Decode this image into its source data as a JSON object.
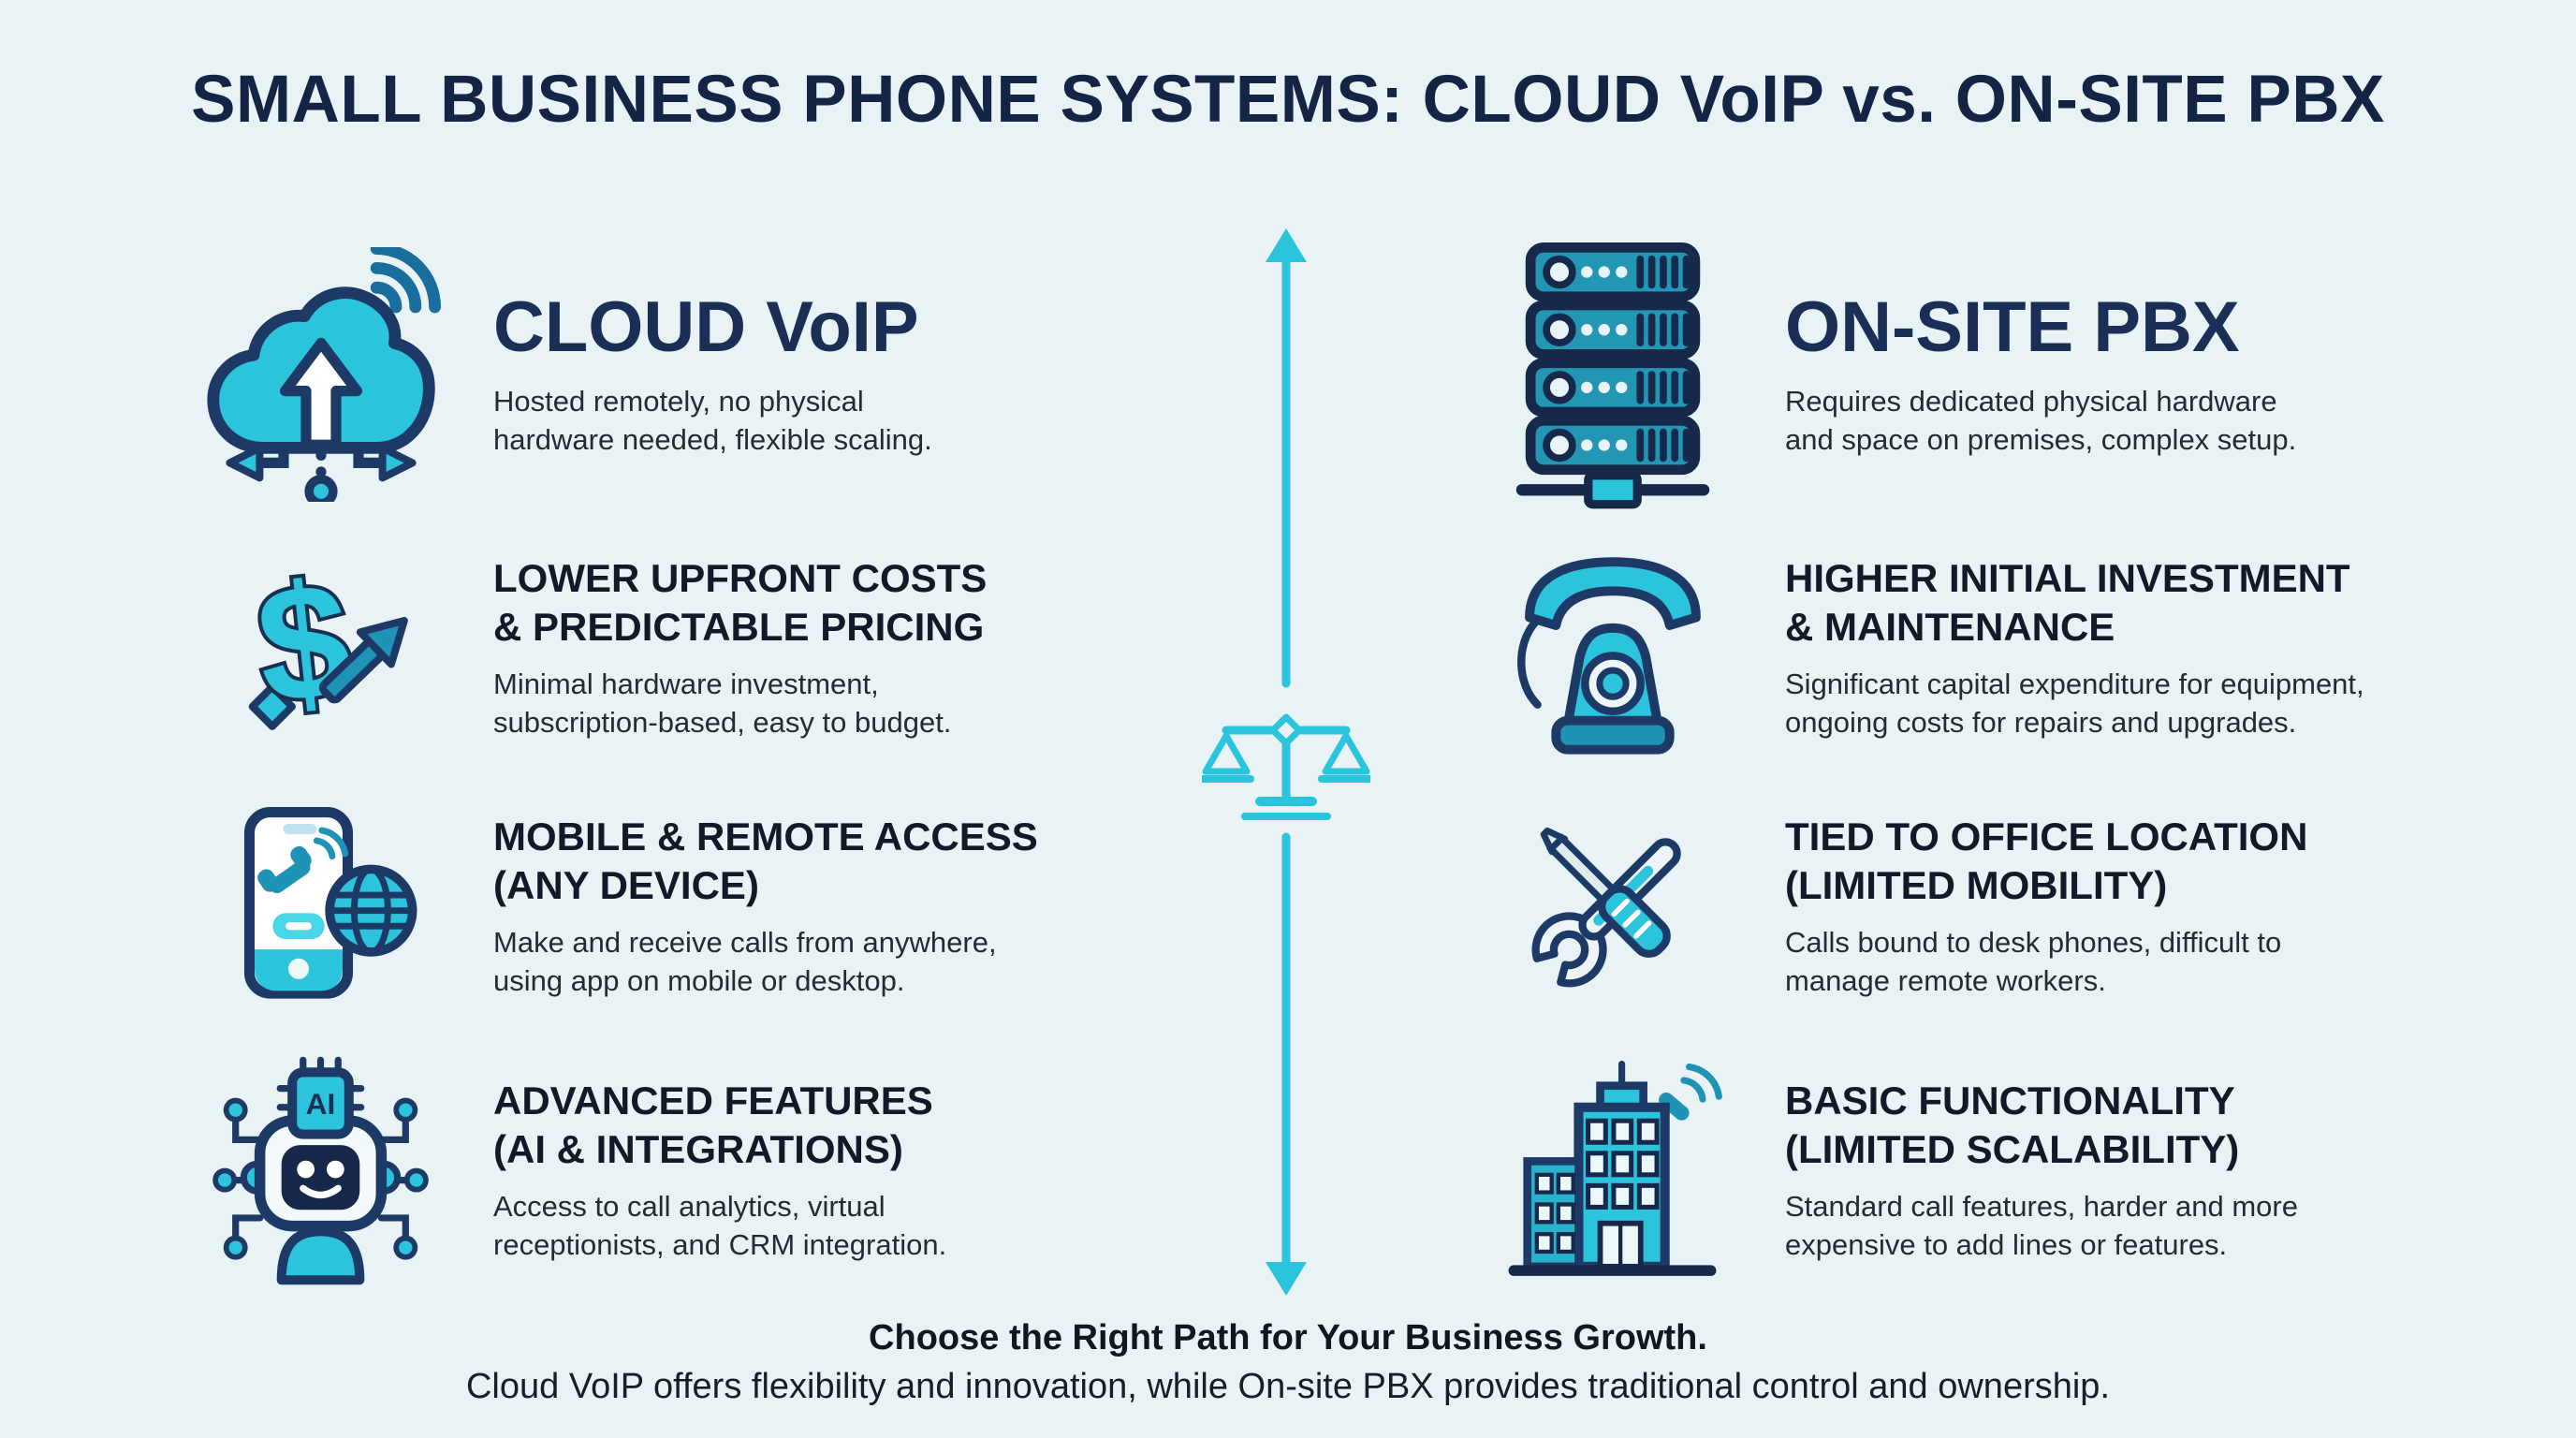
{
  "title": "SMALL BUSINESS PHONE SYSTEMS: CLOUD VoIP vs. ON-SITE PBX",
  "colors": {
    "background": "#e9f2f5",
    "title_navy": "#132445",
    "heading_navy": "#1b2e56",
    "subheading_dark": "#121a29",
    "body_text": "#262b31",
    "teal_accent": "#2cc3dc",
    "teal_dark": "#1f93b5",
    "outline_navy": "#1d3a66"
  },
  "left": {
    "name": "Cloud VoIP column",
    "rows": [
      {
        "icon": "cloud-upload-icon",
        "heading_lines": [
          "CLOUD VoIP"
        ],
        "desc_lines": [
          "Hosted remotely, no physical",
          "hardware needed, flexible scaling."
        ]
      },
      {
        "icon": "dollar-growth-icon",
        "heading_lines": [
          "LOWER UPFRONT COSTS",
          "& PREDICTABLE PRICING"
        ],
        "desc_lines": [
          "Minimal hardware investment,",
          "subscription-based, easy to budget."
        ]
      },
      {
        "icon": "mobile-globe-icon",
        "heading_lines": [
          "MOBILE & REMOTE ACCESS",
          "(ANY DEVICE)"
        ],
        "desc_lines": [
          "Make and receive calls from anywhere,",
          "using app on mobile or desktop."
        ]
      },
      {
        "icon": "ai-robot-icon",
        "heading_lines": [
          "ADVANCED FEATURES",
          "(AI & INTEGRATIONS)"
        ],
        "desc_lines": [
          "Access to call analytics, virtual",
          "receptionists, and CRM integration."
        ]
      }
    ]
  },
  "right": {
    "name": "On-Site PBX column",
    "rows": [
      {
        "icon": "server-rack-icon",
        "heading_lines": [
          "ON-SITE PBX"
        ],
        "desc_lines": [
          "Requires dedicated physical hardware",
          "and space on premises, complex setup."
        ]
      },
      {
        "icon": "desk-telephone-icon",
        "heading_lines": [
          "HIGHER INITIAL INVESTMENT",
          "& MAINTENANCE"
        ],
        "desc_lines": [
          "Significant capital expenditure for equipment,",
          "ongoing costs for repairs and upgrades."
        ]
      },
      {
        "icon": "wrench-screwdriver-icon",
        "heading_lines": [
          "TIED TO OFFICE LOCATION",
          "(LIMITED MOBILITY)"
        ],
        "desc_lines": [
          "Calls bound to desk phones, difficult to",
          "manage remote workers."
        ]
      },
      {
        "icon": "office-building-icon",
        "heading_lines": [
          "BASIC FUNCTIONALITY",
          "(LIMITED SCALABILITY)"
        ],
        "desc_lines": [
          "Standard call features, harder and more",
          "expensive to add lines or features."
        ]
      }
    ]
  },
  "divider": {
    "icon": "balance-scale-icon",
    "shape": "double-headed-vertical-arrow"
  },
  "footer": {
    "line1": "Choose the Right Path for Your Business Growth.",
    "line2": "Cloud VoIP offers flexibility and innovation, while On-site PBX provides traditional control and ownership."
  }
}
